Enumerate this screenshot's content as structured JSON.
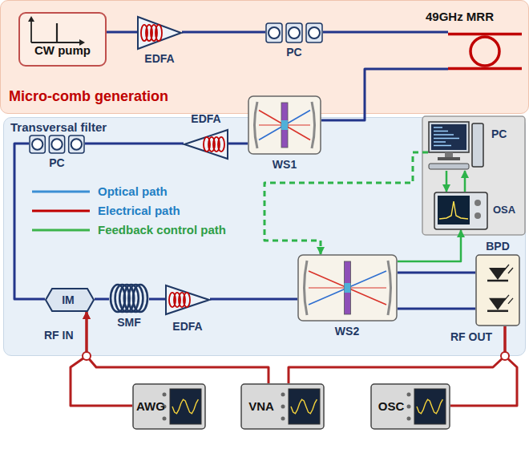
{
  "diagram": {
    "nodes": [
      {
        "text": [
          "Micro-comb generation"
        ]
      },
      {
        "text": [
          "CW pump"
        ],
        "in": 0
      },
      {
        "text": [
          "EDFA"
        ],
        "in": 0
      },
      {
        "text": [
          "PC"
        ],
        "in": 0
      },
      {
        "text": [
          "49GHz MRR"
        ],
        "in": 0
      },
      {
        "text": [
          "Transversal filter"
        ]
      },
      {
        "text": [
          "WS1"
        ],
        "in": 5
      },
      {
        "text": [
          "EDFA"
        ],
        "in": 5
      },
      {
        "text": [
          "PC"
        ],
        "in": 5
      },
      {
        "text": [
          "PC"
        ],
        "in": 5
      },
      {
        "text": [
          "OSA"
        ],
        "in": 5
      },
      {
        "text": [
          "BPD"
        ],
        "in": 5
      },
      {
        "text": [
          "IM"
        ],
        "in": 5
      },
      {
        "text": [
          "SMF"
        ],
        "in": 5
      },
      {
        "text": [
          "EDFA"
        ],
        "in": 5
      },
      {
        "text": [
          "WS2"
        ],
        "in": 5
      },
      {
        "text": [
          "AWG"
        ]
      },
      {
        "text": [
          "VNA"
        ]
      },
      {
        "text": [
          "OSC"
        ]
      }
    ],
    "edges": [
      {
        "from": 1,
        "to": 2,
        "arrow": "none"
      },
      {
        "from": 2,
        "to": 3,
        "arrow": "none"
      },
      {
        "from": 3,
        "to": 4,
        "arrow": "none"
      },
      {
        "from": 4,
        "to": 6,
        "arrow": "none"
      },
      {
        "from": 6,
        "to": 7,
        "arrow": "none"
      },
      {
        "from": 7,
        "to": 8,
        "arrow": "none"
      },
      {
        "from": 8,
        "to": 12,
        "arrow": "none"
      },
      {
        "from": 12,
        "to": 13,
        "arrow": "none"
      },
      {
        "from": 13,
        "to": 14,
        "arrow": "none"
      },
      {
        "from": 14,
        "to": 15,
        "arrow": "none"
      },
      {
        "from": 15,
        "to": 11,
        "arrow": "none"
      },
      {
        "from": 15,
        "to": 11,
        "arrow": "none"
      },
      {
        "from": 15,
        "to": 10,
        "arrow": "to"
      },
      {
        "from": 9,
        "to": 15,
        "arrow": "to"
      },
      {
        "from": 9,
        "to": 10,
        "arrow": "to"
      },
      {
        "from": 10,
        "to": 9,
        "arrow": "to"
      },
      {
        "from": 16,
        "to": 12,
        "arrow": "to"
      },
      {
        "from": 17,
        "to": 12,
        "arrow": "to"
      },
      {
        "from": 11,
        "to": 17,
        "arrow": "none"
      },
      {
        "from": 11,
        "to": 18,
        "arrow": "none"
      }
    ],
    "labels": [
      "RF IN",
      "RF OUT"
    ],
    "legend": [
      {
        "text": "Optical path"
      },
      {
        "text": "Electrical path"
      },
      {
        "text": "Feedback control path"
      }
    ]
  }
}
